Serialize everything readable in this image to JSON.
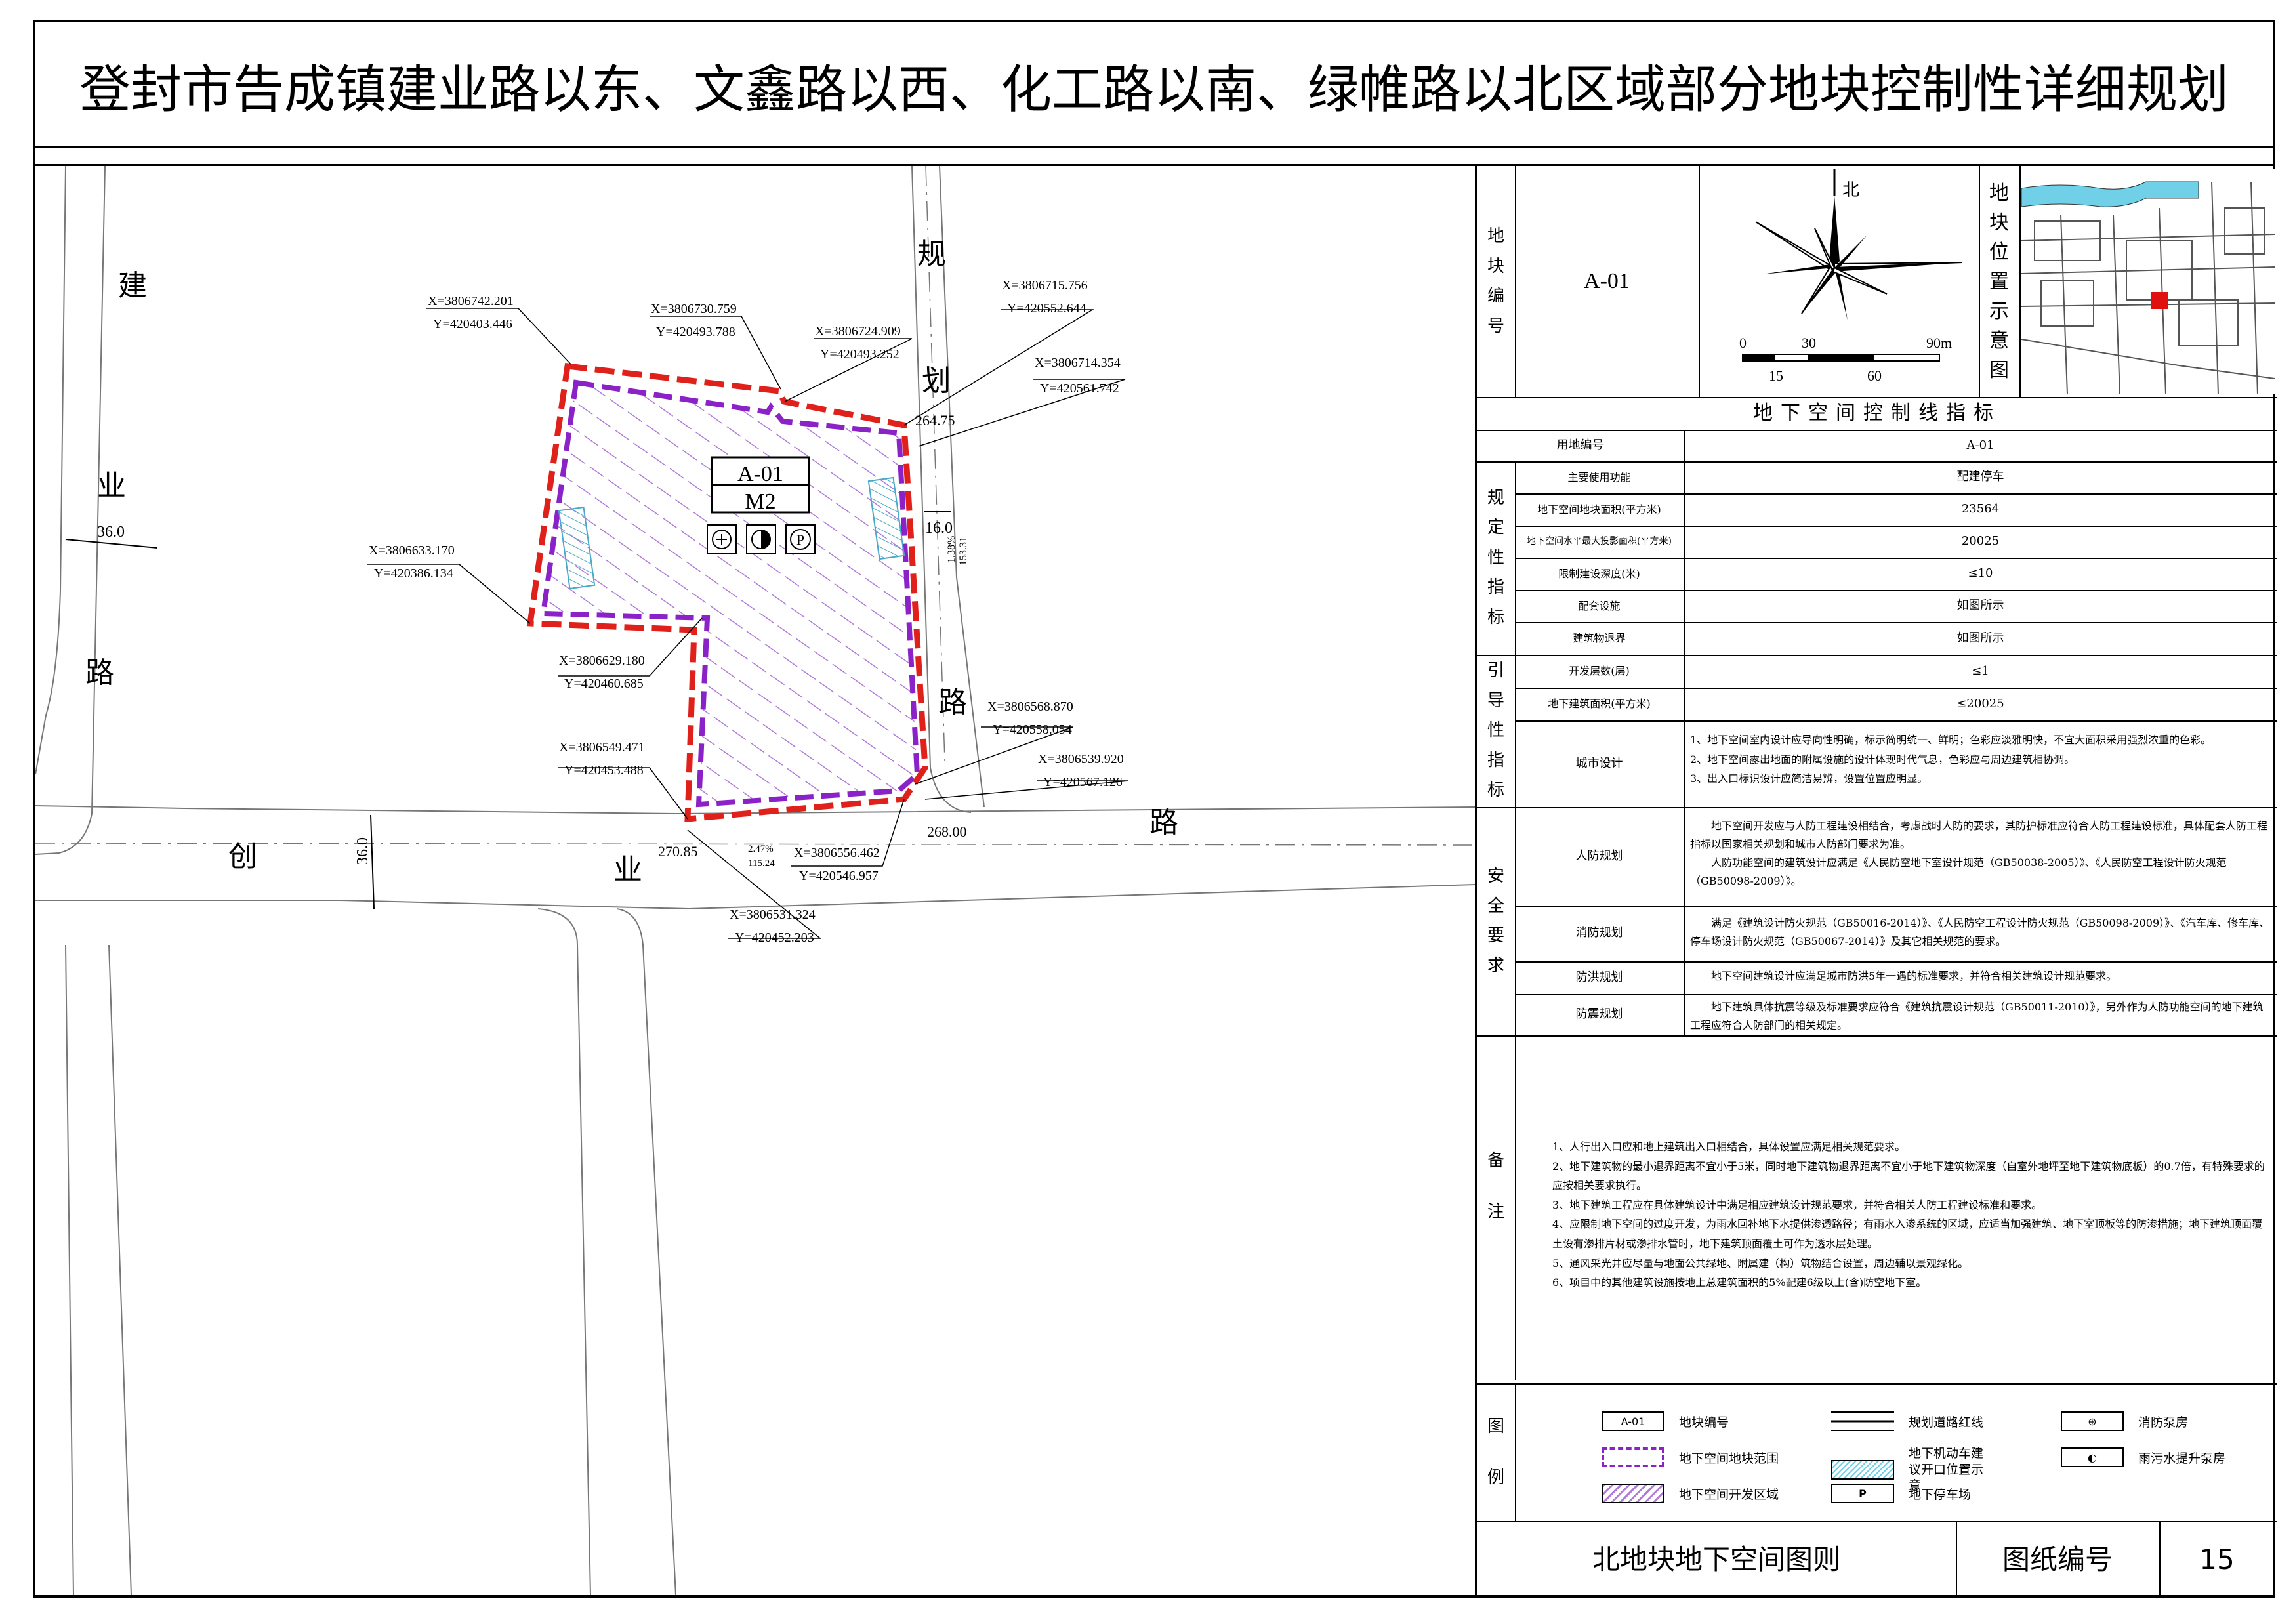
{
  "title": "登封市告成镇建业路以东、文鑫路以西、化工路以南、绿帷路以北区域部分地块控制性详细规划",
  "map": {
    "roads": {
      "west_road_chars": [
        "建",
        "业",
        "路"
      ],
      "east_road_chars": [
        "规",
        "划",
        "路"
      ],
      "south_road_chars": [
        "创",
        "业",
        "路"
      ],
      "west_width": "36.0",
      "south_width": "36.0",
      "east_width": "16.0"
    },
    "parcel_id": "A-01",
    "land_use_code": "M2",
    "elevations": [
      "264.75",
      "268.00",
      "270.85"
    ],
    "slope_label": "2.47%",
    "slope_length": "115.24",
    "east_offset_label": "1.38%",
    "east_offset_length": "153.31",
    "coordinates": [
      {
        "x": "X=3806742.201",
        "y": "Y=420403.446"
      },
      {
        "x": "X=3806730.759",
        "y": "Y=420493.788"
      },
      {
        "x": "X=3806724.909",
        "y": "Y=420493.252"
      },
      {
        "x": "X=3806715.756",
        "y": "Y=420552.644"
      },
      {
        "x": "X=3806714.354",
        "y": "Y=420561.742"
      },
      {
        "x": "X=3806633.170",
        "y": "Y=420386.134"
      },
      {
        "x": "X=3806629.180",
        "y": "Y=420460.685"
      },
      {
        "x": "X=3806549.471",
        "y": "Y=420453.488"
      },
      {
        "x": "X=3806568.870",
        "y": "Y=420558.054"
      },
      {
        "x": "X=3806539.920",
        "y": "Y=420567.126"
      },
      {
        "x": "X=3806556.462",
        "y": "Y=420546.957"
      },
      {
        "x": "X=3806531.324",
        "y": "Y=420452.203"
      }
    ]
  },
  "panel": {
    "block_id_label": [
      "地",
      "块",
      "编",
      "号"
    ],
    "block_id_value": "A-01",
    "north_label": "北",
    "scale_top": [
      "0",
      "30",
      "90m"
    ],
    "scale_bottom": [
      "15",
      "60"
    ],
    "location_label": [
      "地",
      "块",
      "位",
      "置",
      "示",
      "意",
      "图"
    ],
    "section_title": "地下空间控制线指标",
    "land_code_label": "用地编号",
    "land_code_value": "A-01",
    "group1_label": [
      "规",
      "定",
      "性",
      "指",
      "标"
    ],
    "group1_rows": [
      {
        "k": "主要使用功能",
        "v": "配建停车"
      },
      {
        "k": "地下空间地块面积(平方米)",
        "v": "23564"
      },
      {
        "k": "地下空间水平最大投影面积(平方米)",
        "v": "20025"
      },
      {
        "k": "限制建设深度(米)",
        "v": "≤10"
      },
      {
        "k": "配套设施",
        "v": "如图所示"
      },
      {
        "k": "建筑物退界",
        "v": "如图所示"
      }
    ],
    "group2_label": [
      "引",
      "导",
      "性",
      "指",
      "标"
    ],
    "group2_rows": [
      {
        "k": "开发层数(层)",
        "v": "≤1"
      },
      {
        "k": "地下建筑面积(平方米)",
        "v": "≤20025"
      }
    ],
    "urban_design_label": "城市设计",
    "urban_design_text": [
      "1、地下空间室内设计应导向性明确，标示简明统一、鲜明；色彩应淡雅明快，不宜大面积采用强烈浓重的色彩。",
      "2、地下空间露出地面的附属设施的设计体现时代气息，色彩应与周边建筑相协调。",
      "3、出入口标识设计应简洁易辨，设置位置应明显。"
    ],
    "group3_label": [
      "安",
      "全",
      "要",
      "求"
    ],
    "civil_defense_label": "人防规划",
    "civil_defense_text": [
      "地下空间开发应与人防工程建设相结合，考虑战时人防的要求，其防护标准应符合人防工程建设标准，具体配套人防工程指标以国家相关规划和城市人防部门要求为准。",
      "人防功能空间的建筑设计应满足《人民防空地下室设计规范（GB50038-2005）》、《人民防空工程设计防火规范（GB50098-2009）》。"
    ],
    "fire_label": "消防规划",
    "fire_text": "满足《建筑设计防火规范（GB50016-2014）》、《人民防空工程设计防火规范（GB50098-2009）》、《汽车库、修车库、停车场设计防火规范（GB50067-2014）》及其它相关规范的要求。",
    "flood_label": "防洪规划",
    "flood_text": "地下空间建筑设计应满足城市防洪5年一遇的标准要求，并符合相关建筑设计规范要求。",
    "seismic_label": "防震规划",
    "seismic_text": "地下建筑具体抗震等级及标准要求应符合《建筑抗震设计规范（GB50011-2010）》，另外作为人防功能空间的地下建筑工程应符合人防部门的相关规定。",
    "notes_label": [
      "备",
      "注"
    ],
    "notes": [
      "1、人行出入口应和地上建筑出入口相结合，具体设置应满足相关规范要求。",
      "2、地下建筑物的最小退界距离不宜小于5米，同时地下建筑物退界距离不宜小于地下建筑物深度（自室外地坪至地下建筑物底板）的0.7倍，有特殊要求的应按相关要求执行。",
      "3、地下建筑工程应在具体建筑设计中满足相应建筑设计规范要求，并符合相关人防工程建设标准和要求。",
      "4、应限制地下空间的过度开发，为雨水回补地下水提供渗透路径；有雨水入渗系统的区域，应适当加强建筑、地下室顶板等的防渗措施；地下建筑顶面覆土设有渗排片材或渗排水管时，地下建筑顶面覆土可作为透水层处理。",
      "5、通风采光井应尽量与地面公共绿地、附属建（构）筑物结合设置，周边辅以景观绿化。",
      "6、项目中的其他建筑设施按地上总建筑面积的5%配建6级以上(含)防空地下室。"
    ],
    "legend_label": [
      "图",
      "例"
    ],
    "legend": [
      {
        "sym": "A-01",
        "label": "地块编号"
      },
      {
        "sym": "",
        "label": "地下空间地块范围"
      },
      {
        "sym": "",
        "label": "地下空间开发区域"
      },
      {
        "sym": "",
        "label": "规划道路红线"
      },
      {
        "sym": "",
        "label": "地下机动车建议开口位置示意"
      },
      {
        "sym": "P",
        "label": "地下停车场"
      },
      {
        "sym": "",
        "label": "消防泵房"
      },
      {
        "sym": "",
        "label": "雨污水提升泵房"
      }
    ],
    "footer_title": "北地块地下空间图则",
    "footer_drawing_label": "图纸编号",
    "footer_drawing_no": "15"
  },
  "colors": {
    "boundary_red": "#e0201a",
    "boundary_purple": "#8a22c8",
    "hatch": "#b07ad8",
    "water": "#6fd0e8",
    "parcel_marker": "#e01010"
  }
}
